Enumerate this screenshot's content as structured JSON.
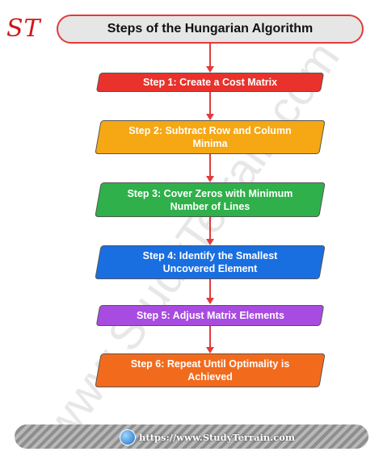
{
  "logo": {
    "text": "ST"
  },
  "watermark": {
    "text": "www.StudyTerrain.com"
  },
  "title": "Steps of the Hungarian Algorithm",
  "steps": [
    {
      "label": "Step 1: Create a Cost Matrix",
      "color": "#e8322b"
    },
    {
      "label": "Step 2: Subtract Row and Column Minima",
      "color": "#f5a714"
    },
    {
      "label": "Step 3: Cover Zeros with Minimum Number of Lines",
      "color": "#2fb04a"
    },
    {
      "label": "Step 4: Identify the Smallest Uncovered Element",
      "color": "#1a6fe0"
    },
    {
      "label": "Step 5: Adjust Matrix Elements",
      "color": "#a84be0"
    },
    {
      "label": "Step 6: Repeat Until Optimality is Achieved",
      "color": "#f26b1d"
    }
  ],
  "footer": {
    "url": "https://www.StudyTerrain.com"
  },
  "colors": {
    "accent": "#e23b3b",
    "title_bg": "#e6e6e6"
  }
}
